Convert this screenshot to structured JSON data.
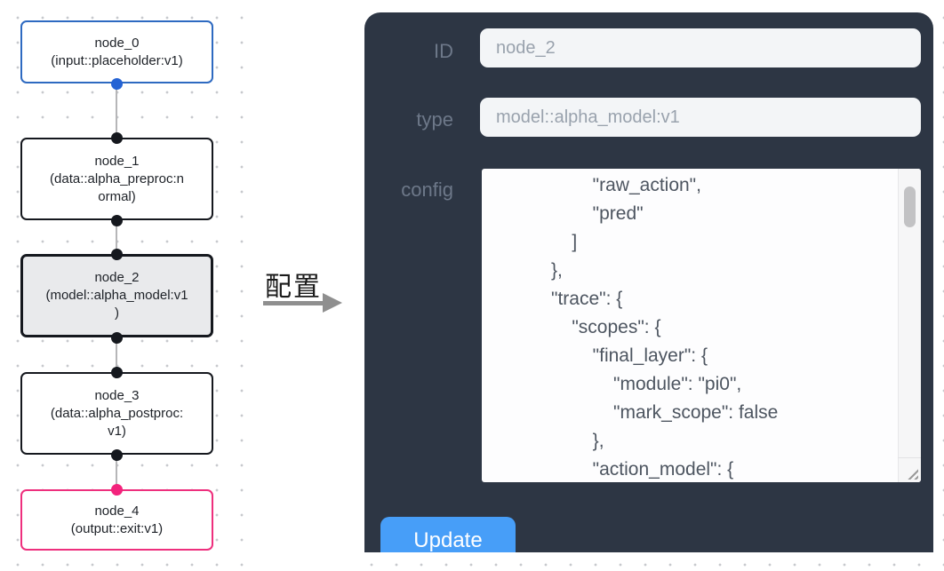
{
  "flow": {
    "nodes": [
      {
        "id": "node_0",
        "accent": "blue",
        "lines": [
          "node_0",
          "(input::placeholder:v1)"
        ]
      },
      {
        "id": "node_1",
        "accent": "black",
        "lines": [
          "node_1",
          "(data::alpha_preproc:n",
          "ormal)"
        ]
      },
      {
        "id": "node_2",
        "accent": "selected",
        "lines": [
          "node_2",
          "(model::alpha_model:v1",
          ")"
        ]
      },
      {
        "id": "node_3",
        "accent": "black",
        "lines": [
          "node_3",
          "(data::alpha_postproc:",
          "v1)"
        ]
      },
      {
        "id": "node_4",
        "accent": "pink",
        "lines": [
          "node_4",
          "(output::exit:v1)"
        ]
      }
    ]
  },
  "arrow": {
    "label": "配置"
  },
  "panel": {
    "fields": {
      "id": {
        "label": "ID",
        "value": "node_2"
      },
      "type": {
        "label": "type",
        "value": "model::alpha_model:v1"
      },
      "config": {
        "label": "config",
        "visible_lines": [
          "        \"raw_action\",",
          "        \"pred\"",
          "    ]",
          "},",
          "\"trace\": {",
          "    \"scopes\": {",
          "        \"final_layer\": {",
          "            \"module\": \"pi0\",",
          "            \"mark_scope\": false",
          "        },",
          "        \"action_model\": {"
        ]
      }
    },
    "update_label": "Update"
  },
  "colors": {
    "panel_bg": "#2d3644",
    "button_blue": "#479ef8",
    "node_input_blue": "#2e6ac1",
    "node_output_pink": "#ee2f7d",
    "node_selected_bg": "#e9eaec",
    "edge_gray": "#b6b6b8"
  }
}
